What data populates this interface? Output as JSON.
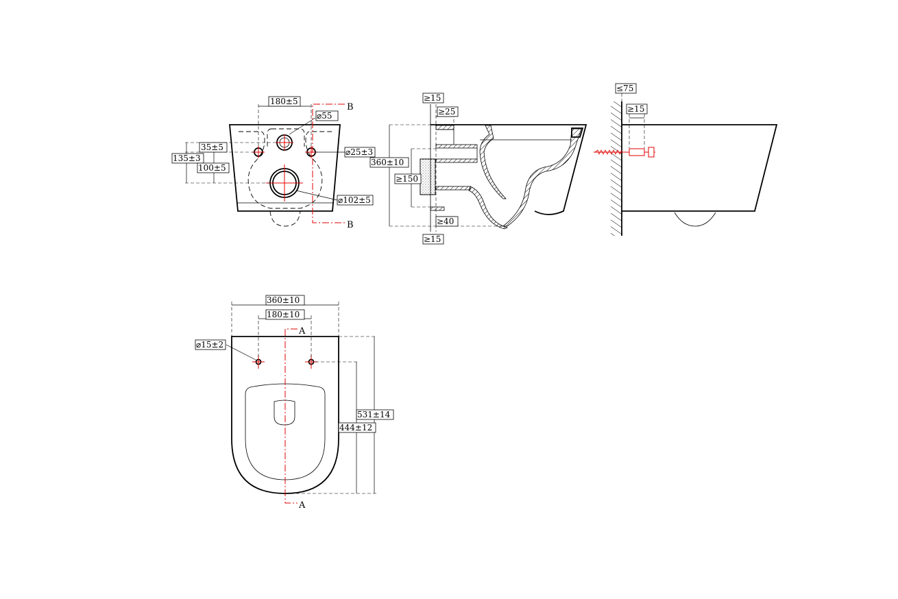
{
  "front_view": {
    "dim_holes_spacing": "180±5",
    "dim_outlet": "⌀55",
    "dim_upper": "35±5",
    "dim_total": "135±3",
    "dim_lower": "100±5",
    "dim_holes": "⌀25±3",
    "dim_drain": "⌀102±5",
    "section_label_top": "B",
    "section_label_bottom": "B"
  },
  "section_view": {
    "dim_top_15": "≥15",
    "dim_25": "≥25",
    "dim_height": "360±10",
    "dim_150": "≥150",
    "dim_40": "≥40",
    "dim_bottom_15": "≥15"
  },
  "side_view": {
    "dim_75": "≤75",
    "dim_15": "≥15"
  },
  "top_view": {
    "dim_width": "360±10",
    "dim_holes": "180±10",
    "dim_hole_dia": "⌀15±2",
    "dim_length": "531±14",
    "dim_inner": "444±12",
    "section_label_top": "A",
    "section_label_bottom": "A"
  },
  "colors": {
    "lines": "#000000",
    "centerlines": "#e00000",
    "background": "#ffffff"
  }
}
